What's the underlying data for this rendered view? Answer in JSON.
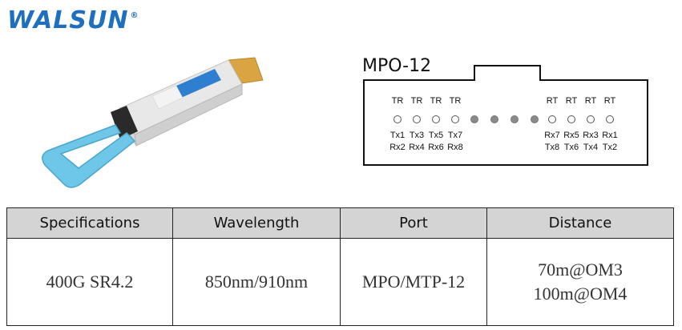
{
  "brand": {
    "name": "WALSUN",
    "mark": "®",
    "color": "#1e6fc0"
  },
  "mpo": {
    "title": "MPO-12",
    "top_labels_left": [
      "TR",
      "TR",
      "TR",
      "TR"
    ],
    "top_labels_right": [
      "RT",
      "RT",
      "RT",
      "RT"
    ],
    "row1_left": [
      "Tx1",
      "Tx3",
      "Tx5",
      "Tx7"
    ],
    "row2_left": [
      "Rx2",
      "Rx4",
      "Rx6",
      "Rx8"
    ],
    "row1_right": [
      "Rx7",
      "Rx5",
      "Rx3",
      "Rx1"
    ],
    "row2_right": [
      "Tx8",
      "Tx6",
      "Tx4",
      "Tx2"
    ],
    "fibers": [
      "light",
      "light",
      "light",
      "light",
      "dark",
      "dark",
      "dark",
      "dark",
      "light",
      "light",
      "light",
      "light"
    ]
  },
  "table": {
    "headers": [
      "Specifications",
      "Wavelength",
      "Port",
      "Distance"
    ],
    "row": {
      "spec": "400G SR4.2",
      "wavelength": "850nm/910nm",
      "port": "MPO/MTP-12",
      "distance_1": "70m@OM3",
      "distance_2": "100m@OM4"
    }
  }
}
